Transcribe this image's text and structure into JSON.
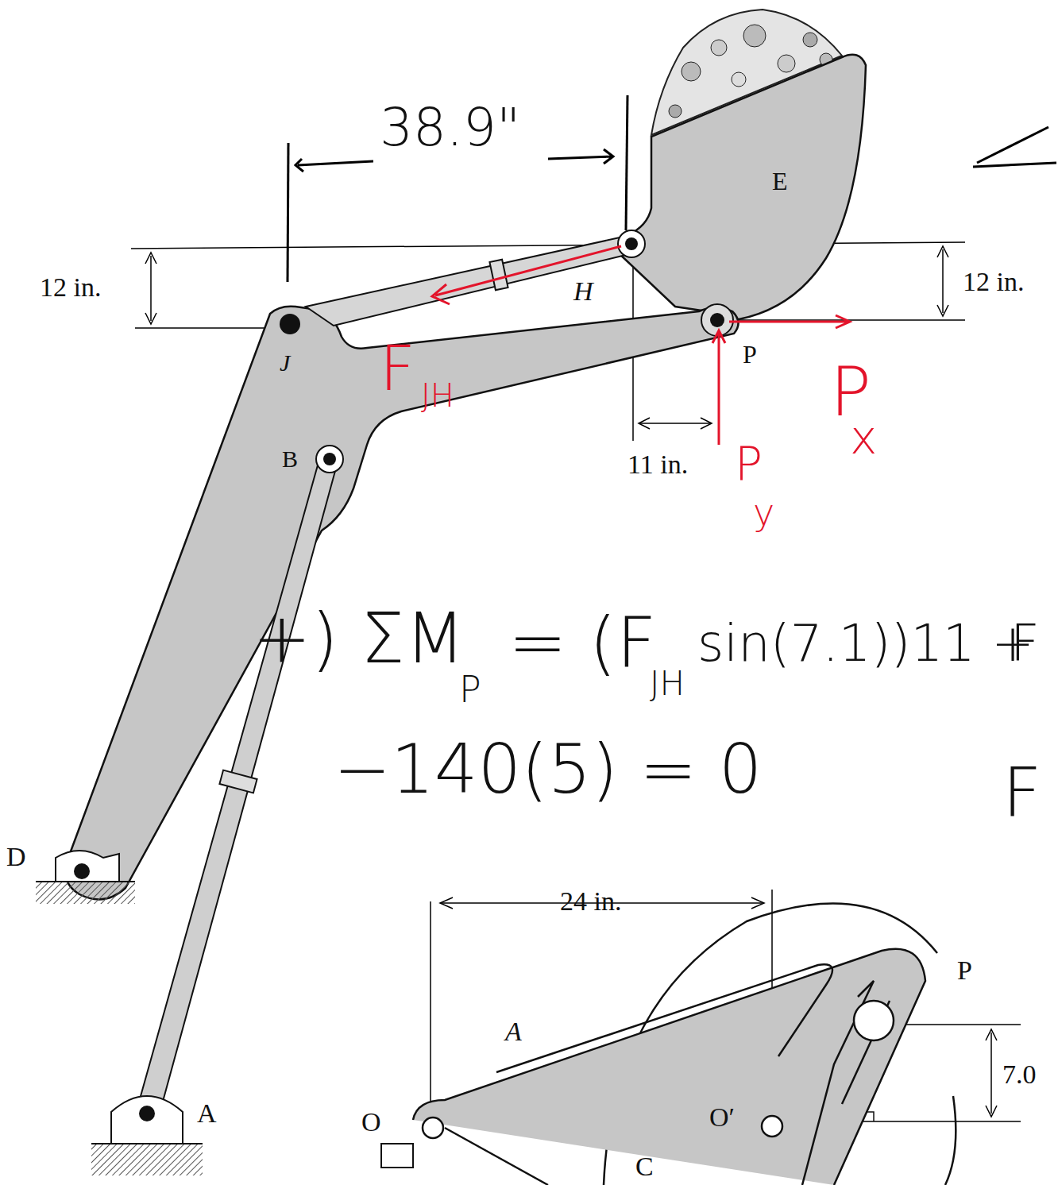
{
  "diagram": {
    "labels": [
      "38.9\"",
      "12 in.",
      "12 in.",
      "E",
      "H",
      "J",
      "P",
      "B",
      "11 in.",
      "D",
      "A",
      "F",
      "JH",
      "P",
      "x",
      "P",
      "y",
      "+) ΣM",
      "P",
      "= (F",
      "JH",
      "sin(7.1))11 +",
      "F",
      "−140(5) = 0",
      "F",
      "24 in.",
      "O",
      "O′",
      "A",
      "C",
      "P",
      "7.0"
    ]
  }
}
